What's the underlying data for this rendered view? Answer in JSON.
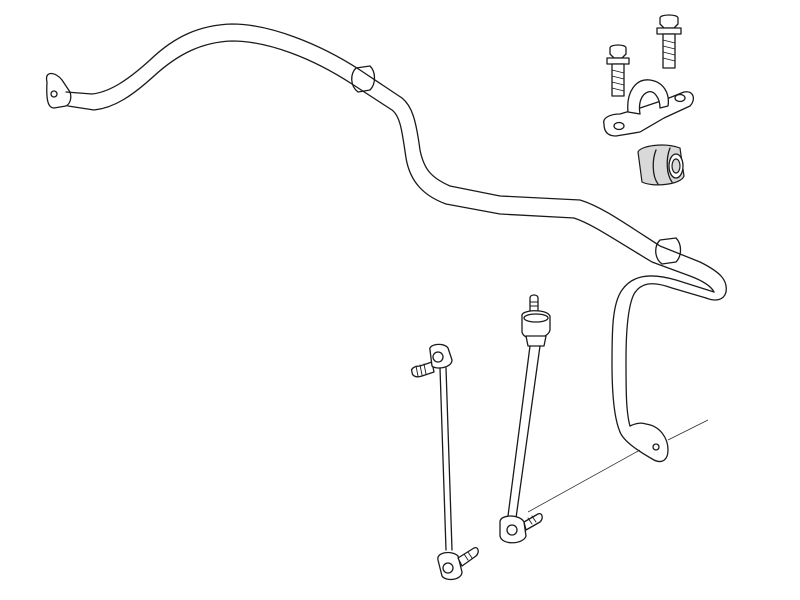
{
  "diagram": {
    "kind": "exploded parts view",
    "parts": [
      {
        "id": "stabilizer-bar",
        "icon": "anti-roll-bar"
      },
      {
        "id": "mounting-bolt",
        "icon": "hex-bolt",
        "count": 2
      },
      {
        "id": "mounting-bracket",
        "icon": "clamp-bracket"
      },
      {
        "id": "rubber-bushing",
        "icon": "bushing"
      },
      {
        "id": "stabilizer-link",
        "icon": "ball-joint-link",
        "count": 2
      }
    ],
    "colors": {
      "stroke": "#1a1a1a",
      "background": "#ffffff",
      "shade": "#d9d9d9"
    }
  }
}
